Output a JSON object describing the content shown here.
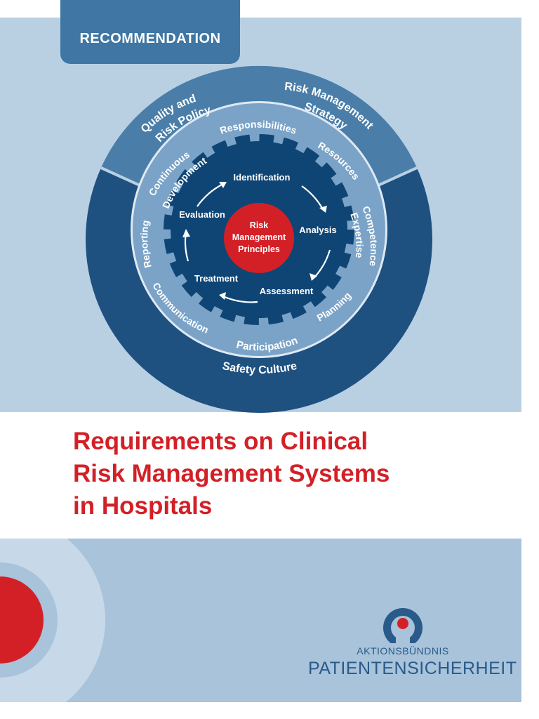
{
  "header": {
    "tab_label": "RECOMMENDATION"
  },
  "diagram": {
    "outer_ring": {
      "labels": [
        "Quality and",
        "Risk Policy",
        "Risk Management",
        "Strategy",
        "Safety Culture"
      ]
    },
    "middle_ring": {
      "labels": [
        "Responsibilities",
        "Resources",
        "Competence/",
        "Expertise",
        "Planning",
        "Participation",
        "Communication",
        "Reporting",
        "Continuous",
        "Development"
      ]
    },
    "inner_cycle": {
      "steps": [
        "Identification",
        "Analysis",
        "Assessment",
        "Treatment",
        "Evaluation"
      ]
    },
    "center": {
      "lines": [
        "Risk",
        "Management",
        "Principles"
      ]
    }
  },
  "title": {
    "lines": [
      "Requirements on Clinical",
      "Risk Management Systems",
      "in Hospitals"
    ]
  },
  "logo": {
    "sub": "AKTIONSBÜNDNIS",
    "main": "PATIENTENSICHERHEIT"
  },
  "colors": {
    "light_blue": "#b9d0e3",
    "ring_mid_blue": "#4a7ea9",
    "ring_dark_blue": "#1e5080",
    "inner_dark": "#0f4574",
    "accent_red": "#d32027"
  }
}
